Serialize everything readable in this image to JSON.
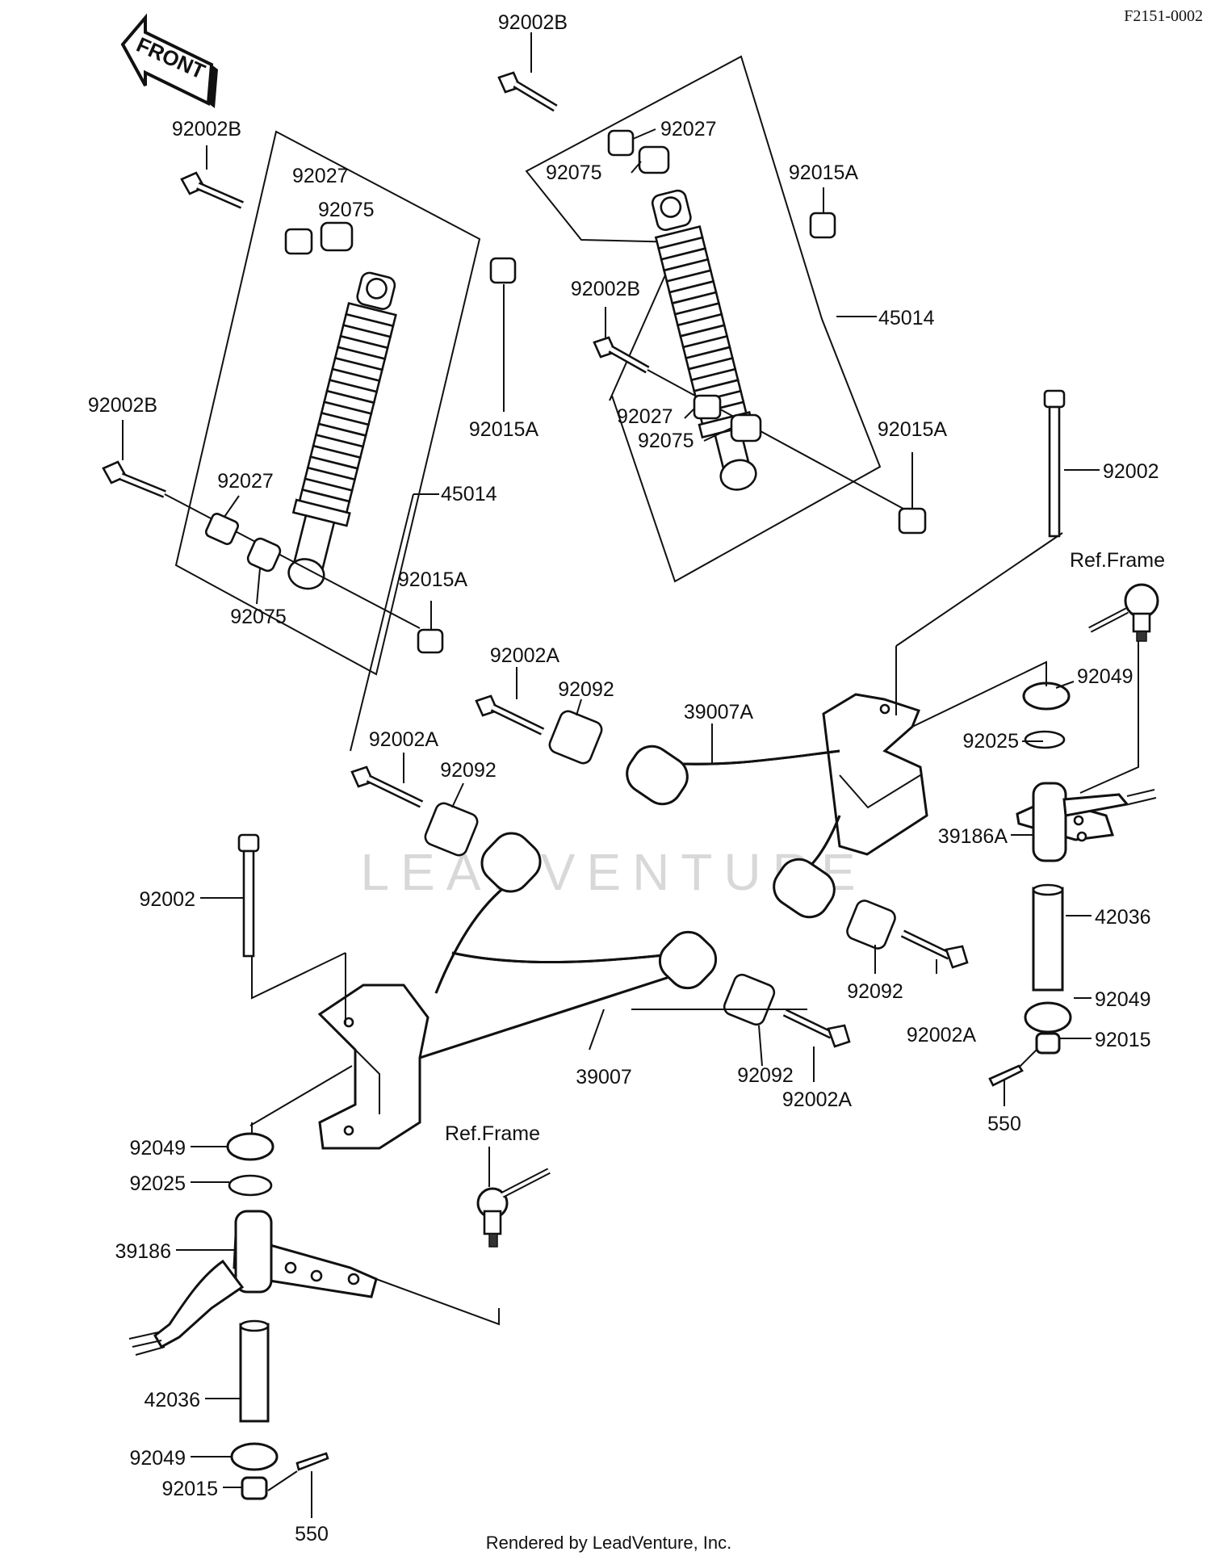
{
  "drawing_code": "F2151-0002",
  "front_arrow_label": "FRONT",
  "watermark": "LEADVENTURE",
  "footer": "Rendered by LeadVenture, Inc.",
  "labels": {
    "bolt_top_center": "92002B",
    "bolt_top_left": "92002B",
    "collar_left_top": "92027",
    "bushing_left_top": "92075",
    "collar_right_top": "92027",
    "bushing_right_top": "92075",
    "nut_right_top": "92015A",
    "bolt_right_mid": "92002B",
    "shock_right": "45014",
    "nut_center_mid": "92015A",
    "collar_right_low": "92027",
    "bushing_right_low": "92075",
    "nut_right_low": "92015A",
    "bolt_left_mid": "92002B",
    "collar_left_low": "92027",
    "shock_left": "45014",
    "bushing_left_low": "92075",
    "nut_left_low": "92015A",
    "kingpin_right": "92002",
    "ref_frame_right": "Ref.Frame",
    "bolt_arm_upper_1": "92002A",
    "bushing_arm_upper_1": "92092",
    "arm_upper": "39007A",
    "washer_right_top": "92049",
    "shim_right": "92025",
    "bolt_arm_upper_2": "92002A",
    "bushing_arm_upper_2": "92092",
    "knuckle_right": "39186A",
    "kingpin_left": "92002",
    "pipe_right": "42036",
    "bushing_arm_upper_3": "92092",
    "bolt_arm_upper_3": "92002A",
    "washer_right_bottom": "92049",
    "nut_right_bottom": "92015",
    "arm_lower": "39007",
    "bushing_arm_lower": "92092",
    "bolt_arm_lower": "92002A",
    "pin_right": "550",
    "washer_left_top": "92049",
    "shim_left": "92025",
    "ref_frame_left": "Ref.Frame",
    "knuckle_left": "39186",
    "pipe_left": "42036",
    "washer_left_bottom": "92049",
    "nut_left_bottom": "92015",
    "pin_left": "550"
  }
}
